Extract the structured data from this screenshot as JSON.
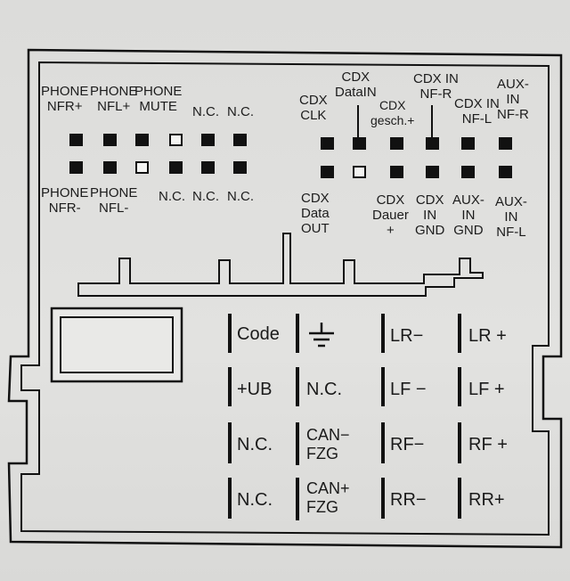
{
  "top_connector": {
    "left_top_labels": [
      {
        "id": "phone-nfr-plus",
        "text": "PHONE\nNFR+"
      },
      {
        "id": "phone-nfl-plus",
        "text": "PHONE\nNFL+"
      },
      {
        "id": "phone-mute",
        "text": "PHONE\nMUTE"
      },
      {
        "id": "nc-top-1",
        "text": "N.C."
      },
      {
        "id": "nc-top-2",
        "text": "N.C."
      }
    ],
    "left_bottom_labels": [
      {
        "id": "phone-nfr-minus",
        "text": "PHONE\nNFR-"
      },
      {
        "id": "phone-nfl-minus",
        "text": "PHONE\nNFL-"
      },
      {
        "id": "nc-bot-1",
        "text": "N.C."
      },
      {
        "id": "nc-bot-2",
        "text": "N.C."
      },
      {
        "id": "nc-bot-3",
        "text": "N.C."
      }
    ],
    "right_top_labels": [
      {
        "id": "cdx-clk",
        "text": "CDX\nCLK"
      },
      {
        "id": "cdx-datain",
        "text": "CDX\nDataIN"
      },
      {
        "id": "cdx-gesch",
        "text": "CDX\ngesch.+"
      },
      {
        "id": "cdx-in-nfr",
        "text": "CDX IN\nNF-R"
      },
      {
        "id": "cdx-in-nfl",
        "text": "CDX IN\nNF-L"
      },
      {
        "id": "aux-in-nfr",
        "text": "AUX-\nIN\nNF-R"
      }
    ],
    "right_bottom_labels": [
      {
        "id": "cdx-data-out",
        "text": "CDX\nData\nOUT"
      },
      {
        "id": "cdx-dauer",
        "text": "CDX\nDauer\n+"
      },
      {
        "id": "cdx-in-gnd",
        "text": "CDX\nIN\nGND"
      },
      {
        "id": "aux-in-gnd",
        "text": "AUX-\nIN\nGND"
      },
      {
        "id": "aux-in-nfl",
        "text": "AUX-\nIN\nNF-L"
      }
    ]
  },
  "power_connector": {
    "pins": [
      {
        "id": "code",
        "text": "Code"
      },
      {
        "id": "ground",
        "text": "",
        "icon": "ground-icon"
      },
      {
        "id": "lr-minus",
        "text": "LR−"
      },
      {
        "id": "lr-plus",
        "text": "LR +"
      },
      {
        "id": "plus-ub",
        "text": "+UB"
      },
      {
        "id": "nc-1",
        "text": "N.C."
      },
      {
        "id": "lf-minus",
        "text": "LF −"
      },
      {
        "id": "lf-plus",
        "text": "LF +"
      },
      {
        "id": "nc-2",
        "text": "N.C."
      },
      {
        "id": "can-minus-fzg",
        "text": "CAN−\nFZG"
      },
      {
        "id": "rf-minus",
        "text": "RF−"
      },
      {
        "id": "rf-plus",
        "text": "RF +"
      },
      {
        "id": "nc-3",
        "text": "N.C."
      },
      {
        "id": "can-plus-fzg",
        "text": "CAN+\nFZG"
      },
      {
        "id": "rr-minus",
        "text": "RR−"
      },
      {
        "id": "rr-plus",
        "text": "RR+"
      }
    ]
  }
}
